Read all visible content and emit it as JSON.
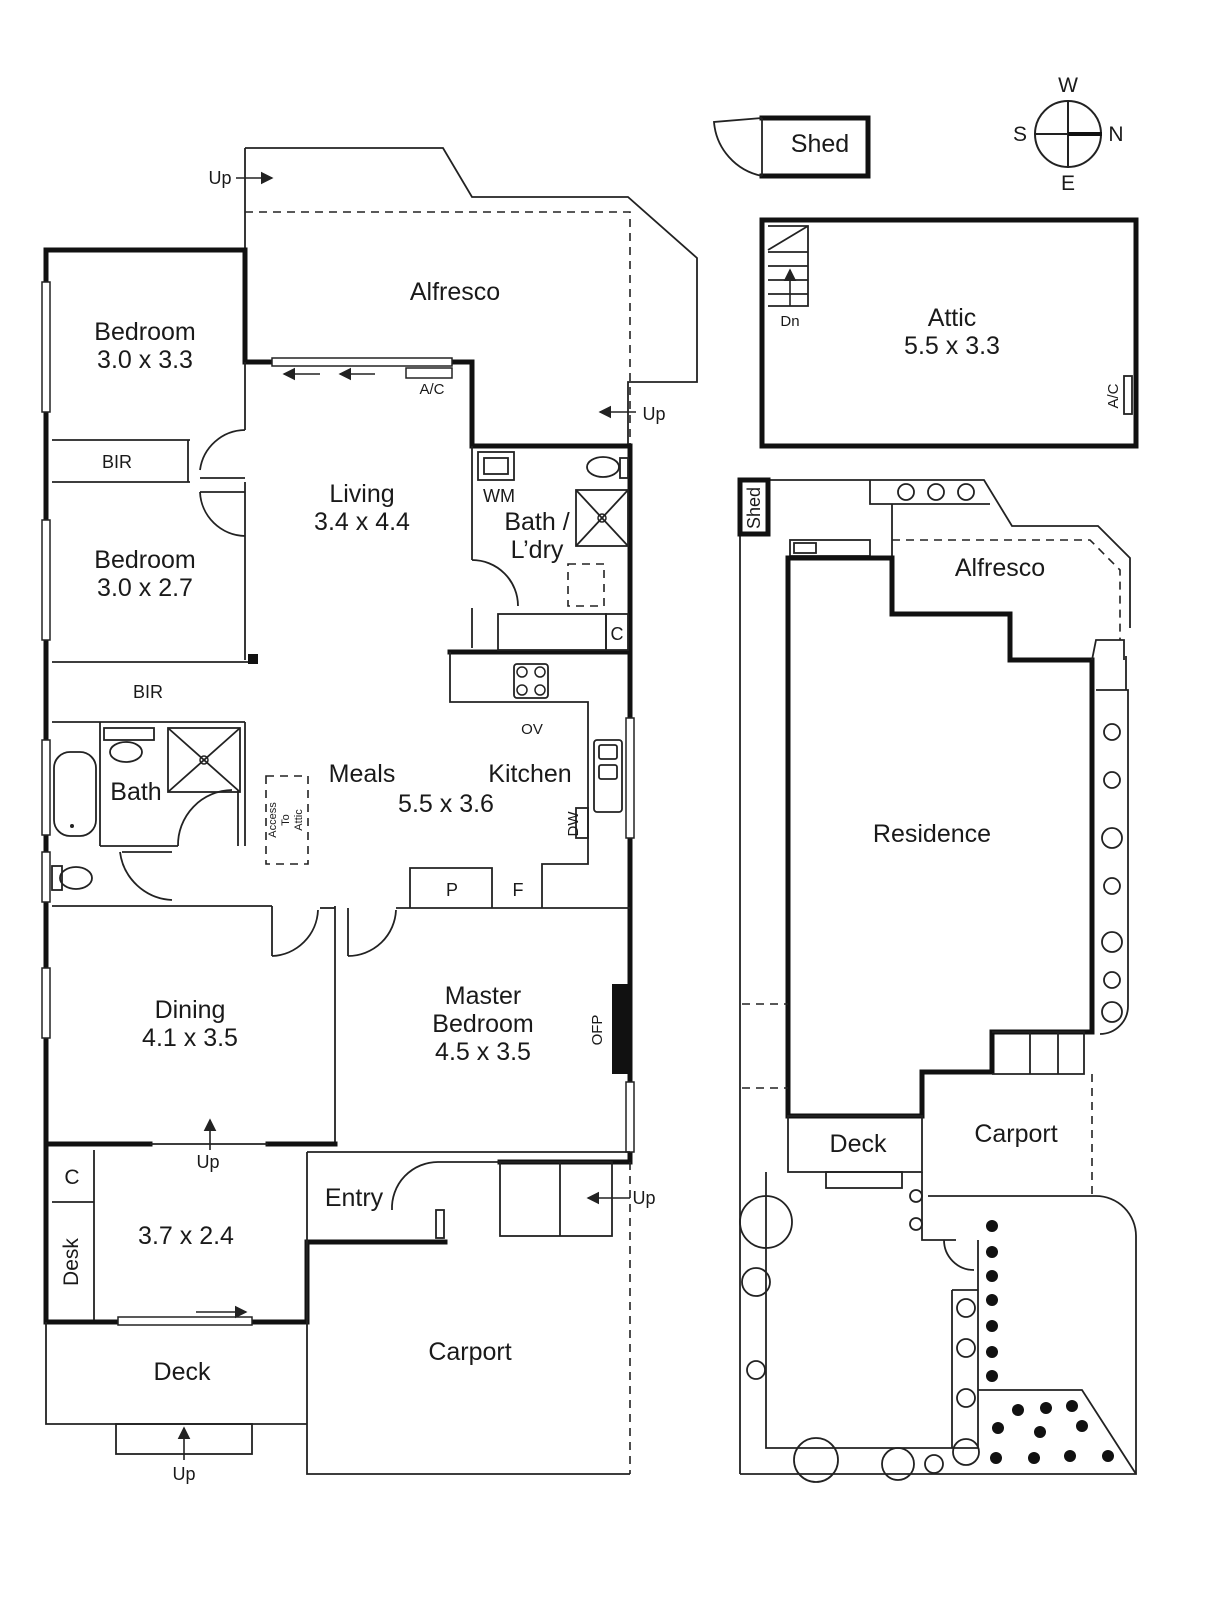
{
  "compass": {
    "w": "W",
    "s": "S",
    "n": "N",
    "e": "E"
  },
  "ground": {
    "alfresco": "Alfresco",
    "bedroom1": {
      "name": "Bedroom",
      "size": "3.0 x 3.3"
    },
    "bir1": "BIR",
    "bedroom2": {
      "name": "Bedroom",
      "size": "3.0 x 2.7"
    },
    "bir2": "BIR",
    "living": {
      "name": "Living",
      "size": "3.4 x 4.4"
    },
    "ac": "A/C",
    "wm": "WM",
    "bath_ldry": {
      "line1": "Bath /",
      "line2": "L’dry"
    },
    "cupboard_c": "C",
    "ov": "OV",
    "bath": "Bath",
    "meals": "Meals",
    "kitchen": "Kitchen",
    "meals_kitchen_size": "5.5 x 3.6",
    "dw": "DW",
    "attic_access": {
      "l1": "Access",
      "l2": "To",
      "l3": "Attic"
    },
    "pantry": "P",
    "fridge": "F",
    "dining": {
      "name": "Dining",
      "size": "4.1 x 3.5"
    },
    "master": {
      "line1": "Master",
      "line2": "Bedroom",
      "size": "4.5 x 3.5"
    },
    "ofp": "OFP",
    "study_c": "C",
    "desk": "Desk",
    "study_size": "3.7 x 2.4",
    "entry": "Entry",
    "deck": "Deck",
    "carport": "Carport",
    "up": "Up"
  },
  "shed": "Shed",
  "attic": {
    "name": "Attic",
    "size": "5.5 x 3.3",
    "dn": "Dn",
    "ac": "A/C"
  },
  "site": {
    "shed": "Shed",
    "alfresco": "Alfresco",
    "residence": "Residence",
    "deck": "Deck",
    "carport": "Carport"
  }
}
